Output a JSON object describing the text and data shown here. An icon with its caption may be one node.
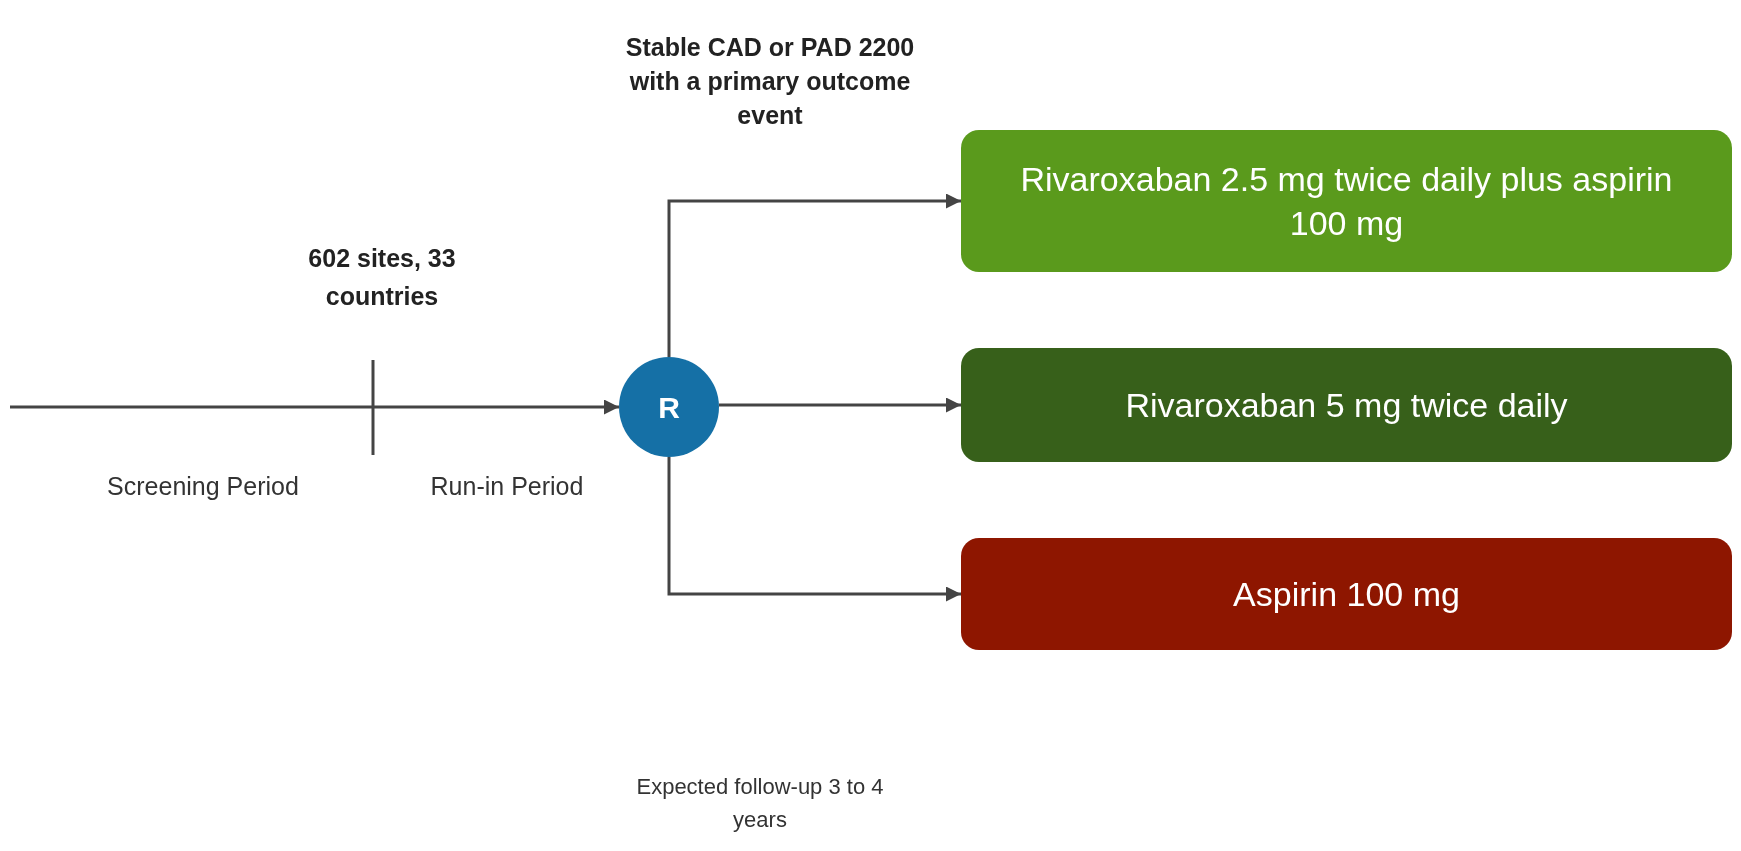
{
  "diagram": {
    "title": "Stable CAD or PAD 2200 with a primary outcome event",
    "nodes": [
      {
        "text": [
          "R"
        ]
      },
      {
        "text": [
          "Rivaroxaban 2.5 mg twice daily plus aspirin 100 mg"
        ]
      },
      {
        "text": [
          "Rivaroxaban 5 mg twice daily"
        ]
      },
      {
        "text": [
          "Aspirin 100 mg"
        ]
      }
    ],
    "edges": [
      {
        "from": null,
        "to": 0,
        "arrow": "to"
      },
      {
        "from": 0,
        "to": 1,
        "arrow": "to"
      },
      {
        "from": 0,
        "to": 2,
        "arrow": "to"
      },
      {
        "from": 0,
        "to": 3,
        "arrow": "to"
      }
    ],
    "labels": [
      "602 sites, 33 countries",
      "Screening Period",
      "Run-in Period",
      "Expected follow-up 3 to 4 years"
    ]
  }
}
